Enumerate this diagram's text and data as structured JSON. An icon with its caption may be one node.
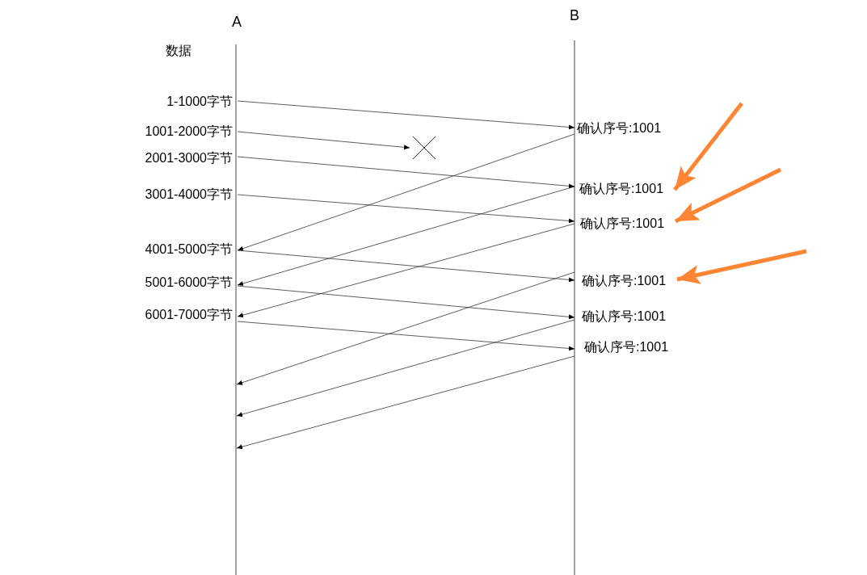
{
  "diagram": {
    "nodes": [
      {
        "text": [
          "A"
        ]
      },
      {
        "text": [
          "B"
        ]
      },
      {
        "text": [
          "1-1000字节"
        ]
      },
      {
        "text": [
          "1001-2000字节"
        ]
      },
      {
        "text": [
          "2001-3000字节"
        ]
      },
      {
        "text": [
          "3001-4000字节"
        ]
      },
      {
        "text": [
          "4001-5000字节"
        ]
      },
      {
        "text": [
          "5001-6000字节"
        ]
      },
      {
        "text": [
          "6001-7000字节"
        ]
      },
      {
        "text": [],
        "shape": "cross"
      },
      {
        "text": [
          "确认序号:1001"
        ]
      },
      {
        "text": [
          "确认序号:1001"
        ]
      },
      {
        "text": [
          "确认序号:1001"
        ]
      },
      {
        "text": [
          "确认序号:1001"
        ]
      },
      {
        "text": [
          "确认序号:1001"
        ]
      },
      {
        "text": [
          "确认序号:1001"
        ]
      }
    ],
    "edges": [
      {
        "from": 2,
        "to": 10,
        "arrow": "to"
      },
      {
        "from": 3,
        "to": 9,
        "arrow": "to"
      },
      {
        "from": 4,
        "to": 11,
        "arrow": "to"
      },
      {
        "from": 5,
        "to": 12,
        "arrow": "to"
      },
      {
        "from": 10,
        "to": 6,
        "arrow": "to"
      },
      {
        "from": 11,
        "to": 7,
        "arrow": "to"
      },
      {
        "from": 12,
        "to": 8,
        "arrow": "to"
      },
      {
        "from": 6,
        "to": 13,
        "arrow": "to"
      },
      {
        "from": 7,
        "to": 14,
        "arrow": "to"
      },
      {
        "from": 8,
        "to": 15,
        "arrow": "to"
      },
      {
        "from": 13,
        "to": null,
        "arrow": "to"
      },
      {
        "from": 14,
        "to": null,
        "arrow": "to"
      },
      {
        "from": 15,
        "to": null,
        "arrow": "to"
      },
      {
        "from": null,
        "to": 11,
        "arrow": "to",
        "style": "thick",
        "color": "#ff8433"
      },
      {
        "from": null,
        "to": 12,
        "arrow": "to",
        "style": "thick",
        "color": "#ff8433"
      },
      {
        "from": null,
        "to": 13,
        "arrow": "to",
        "style": "thick",
        "color": "#ff8433"
      }
    ],
    "labels": [
      "数据"
    ]
  }
}
